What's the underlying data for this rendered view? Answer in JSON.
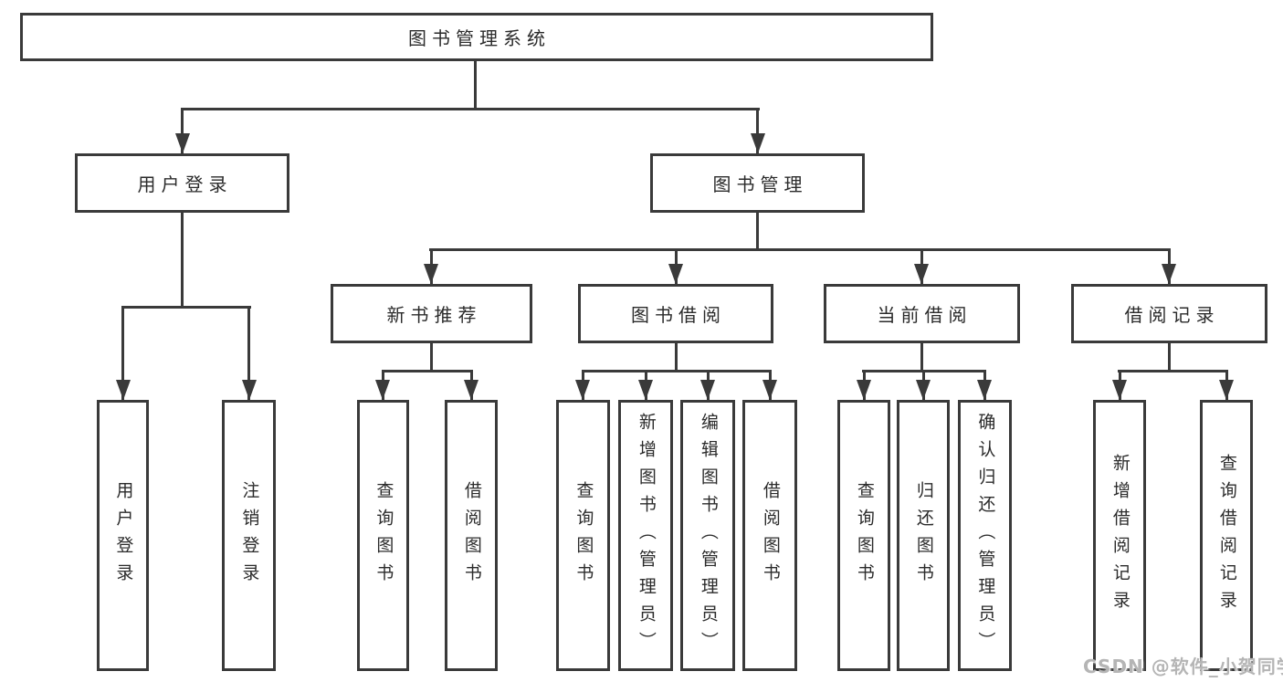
{
  "colors": {
    "line": "#3a3a3a",
    "text": "#2b2b2b",
    "watermark": "#b5b5b5",
    "bg": "#ffffff"
  },
  "tree": {
    "root": "图书管理系统",
    "user": {
      "label": "用户登录",
      "leaves": [
        "用户登录",
        "注销登录"
      ]
    },
    "mgmt": {
      "label": "图书管理",
      "groups": [
        {
          "label": "新书推荐",
          "leaves": [
            "查询图书",
            "借阅图书"
          ]
        },
        {
          "label": "图书借阅",
          "leaves": [
            "查询图书",
            "新增图书（管理员）",
            "编辑图书（管理员）",
            "借阅图书"
          ]
        },
        {
          "label": "当前借阅",
          "leaves": [
            "查询图书",
            "归还图书",
            "确认归还（管理员）"
          ]
        },
        {
          "label": "借阅记录",
          "leaves": [
            "新增借阅记录",
            "查询借阅记录"
          ]
        }
      ]
    }
  },
  "watermark": "CSDN @软件_小贺同学"
}
